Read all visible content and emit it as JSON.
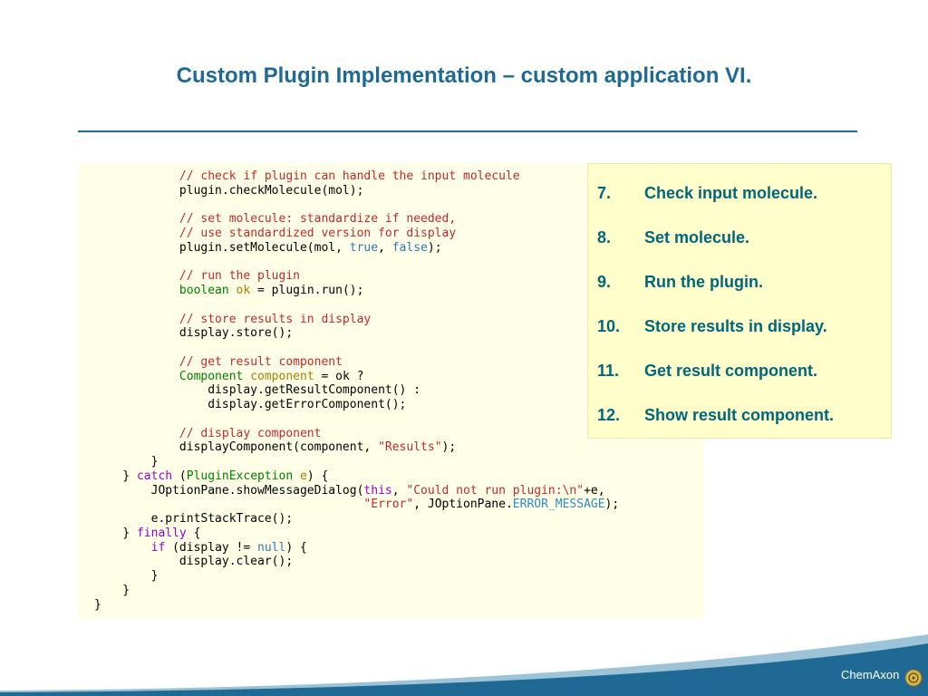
{
  "slide": {
    "title": "Custom Plugin Implementation – custom application VI."
  },
  "code_lines": [
    [
      [
        "            ",
        ""
      ],
      [
        "// check if plugin can handle the input molecule",
        "com"
      ]
    ],
    [
      [
        "            plugin.checkMolecule(mol);",
        ""
      ]
    ],
    [
      [
        "",
        ""
      ]
    ],
    [
      [
        "            ",
        ""
      ],
      [
        "// set molecule: standardize if needed,",
        "com"
      ]
    ],
    [
      [
        "            ",
        ""
      ],
      [
        "// use standardized version for display",
        "com"
      ]
    ],
    [
      [
        "            plugin.setMolecule(mol, ",
        ""
      ],
      [
        "true",
        "lit"
      ],
      [
        ", ",
        ""
      ],
      [
        "false",
        "lit"
      ],
      [
        ");",
        ""
      ]
    ],
    [
      [
        "",
        ""
      ]
    ],
    [
      [
        "            ",
        ""
      ],
      [
        "// run the plugin",
        "com"
      ]
    ],
    [
      [
        "            ",
        ""
      ],
      [
        "boolean",
        "type"
      ],
      [
        " ",
        ""
      ],
      [
        "ok",
        "var"
      ],
      [
        " = plugin.run();",
        ""
      ]
    ],
    [
      [
        "",
        ""
      ]
    ],
    [
      [
        "            ",
        ""
      ],
      [
        "// store results in display",
        "com"
      ]
    ],
    [
      [
        "            display.store();",
        ""
      ]
    ],
    [
      [
        "",
        ""
      ]
    ],
    [
      [
        "            ",
        ""
      ],
      [
        "// get result component",
        "com"
      ]
    ],
    [
      [
        "            ",
        ""
      ],
      [
        "Component",
        "type"
      ],
      [
        " ",
        ""
      ],
      [
        "component",
        "var"
      ],
      [
        " = ok ?",
        ""
      ]
    ],
    [
      [
        "                display.getResultComponent() :",
        ""
      ]
    ],
    [
      [
        "                display.getErrorComponent();",
        ""
      ]
    ],
    [
      [
        "",
        ""
      ]
    ],
    [
      [
        "            ",
        ""
      ],
      [
        "// display component",
        "com"
      ]
    ],
    [
      [
        "            displayComponent(component, ",
        ""
      ],
      [
        "\"Results\"",
        "str"
      ],
      [
        ");",
        ""
      ]
    ],
    [
      [
        "        }",
        ""
      ]
    ],
    [
      [
        "    } ",
        ""
      ],
      [
        "catch",
        "kw"
      ],
      [
        " (",
        ""
      ],
      [
        "PluginException",
        "type"
      ],
      [
        " ",
        ""
      ],
      [
        "e",
        "var"
      ],
      [
        ") {",
        ""
      ]
    ],
    [
      [
        "        JOptionPane.showMessageDialog(",
        ""
      ],
      [
        "this",
        "kw"
      ],
      [
        ", ",
        ""
      ],
      [
        "\"Could not run plugin:\\n\"",
        "str"
      ],
      [
        "+e,",
        ""
      ]
    ],
    [
      [
        "                                      ",
        ""
      ],
      [
        "\"Error\"",
        "str"
      ],
      [
        ", JOptionPane.",
        ""
      ],
      [
        "ERROR_MESSAGE",
        "const"
      ],
      [
        ");",
        ""
      ]
    ],
    [
      [
        "        e.printStackTrace();",
        ""
      ]
    ],
    [
      [
        "    } ",
        ""
      ],
      [
        "finally",
        "kw"
      ],
      [
        " {",
        ""
      ]
    ],
    [
      [
        "        ",
        ""
      ],
      [
        "if",
        "kw"
      ],
      [
        " (display != ",
        ""
      ],
      [
        "null",
        "lit"
      ],
      [
        ") {",
        ""
      ]
    ],
    [
      [
        "            display.clear();",
        ""
      ]
    ],
    [
      [
        "        }",
        ""
      ]
    ],
    [
      [
        "    }",
        ""
      ]
    ],
    [
      [
        "}",
        ""
      ]
    ]
  ],
  "steps": [
    {
      "num": "7.",
      "text": "Check input molecule."
    },
    {
      "num": "8.",
      "text": "Set molecule."
    },
    {
      "num": "9.",
      "text": "Run the plugin."
    },
    {
      "num": "10.",
      "text": "Store results in display."
    },
    {
      "num": "11.",
      "text": "Get result component."
    },
    {
      "num": "12.",
      "text": "Show result component."
    }
  ],
  "footer": {
    "logo_text": "ChemAxon",
    "logo_icon": "chemaxon-seal-icon",
    "band_color": "#1f6a95"
  },
  "colors": {
    "title": "#1f6a95",
    "code_background": "#ffffe8",
    "steps_background": "#ffffcc",
    "steps_text": "#00667a"
  }
}
